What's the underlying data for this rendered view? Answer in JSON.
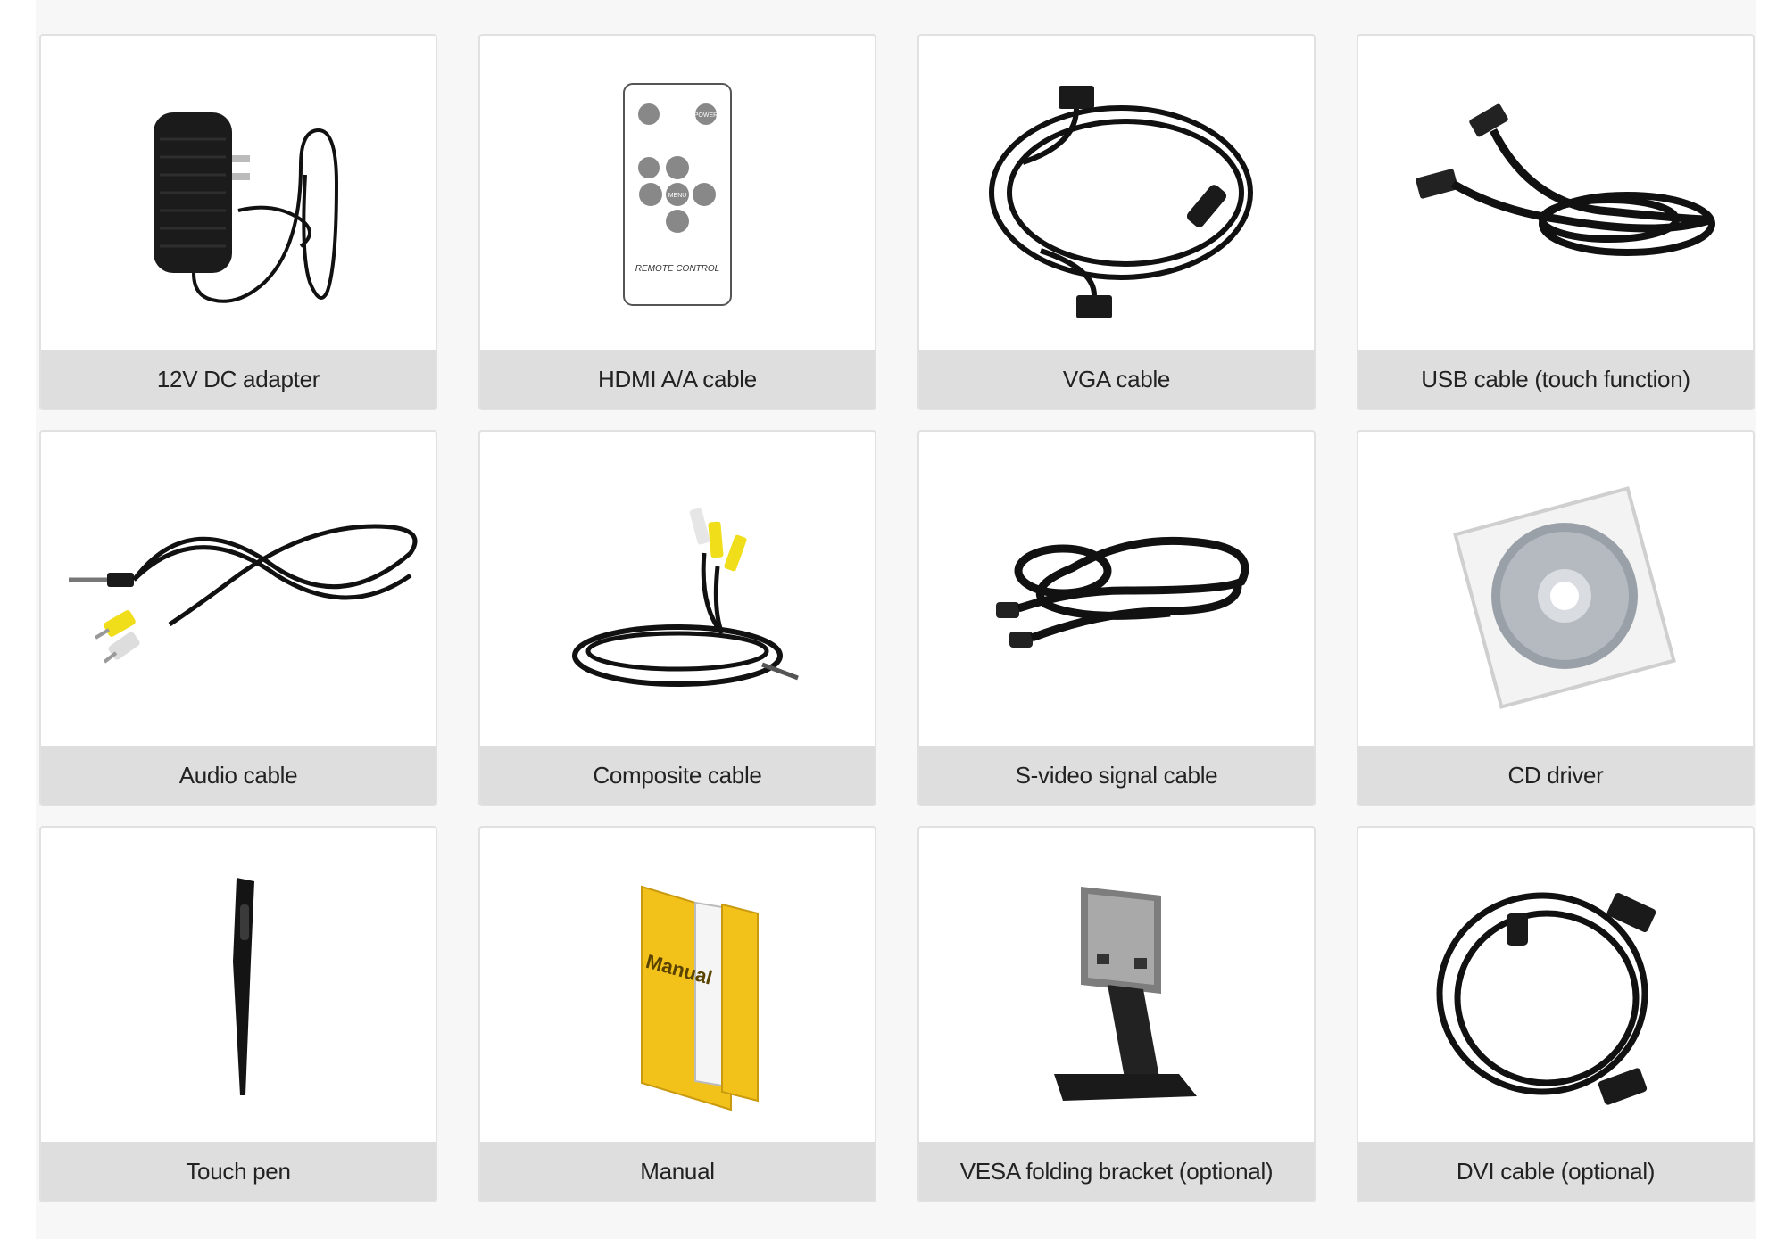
{
  "accessories": [
    {
      "label": "12V DC adapter",
      "icon": "power-adapter-icon"
    },
    {
      "label": "HDMI A/A cable",
      "icon": "remote-control-icon",
      "remote": {
        "power": "POWER",
        "menu": "MENU",
        "caption": "REMOTE CONTROL"
      }
    },
    {
      "label": "VGA cable",
      "icon": "vga-cable-icon"
    },
    {
      "label": "USB cable (touch function)",
      "icon": "usb-cable-icon"
    },
    {
      "label": "Audio cable",
      "icon": "audio-cable-icon"
    },
    {
      "label": "Composite cable",
      "icon": "composite-cable-icon"
    },
    {
      "label": "S-video signal cable",
      "icon": "svideo-cable-icon"
    },
    {
      "label": "CD driver",
      "icon": "cd-icon"
    },
    {
      "label": "Touch pen",
      "icon": "touch-pen-icon"
    },
    {
      "label": "Manual",
      "icon": "manual-folder-icon",
      "folder_text": "Manual"
    },
    {
      "label": "VESA folding bracket (optional)",
      "icon": "vesa-bracket-icon"
    },
    {
      "label": "DVI cable (optional)",
      "icon": "dvi-cable-icon"
    }
  ],
  "colors": {
    "panel_bg": "#f7f7f7",
    "card_border": "#e1e1e1",
    "caption_bg": "#dedede",
    "text": "#222222"
  }
}
